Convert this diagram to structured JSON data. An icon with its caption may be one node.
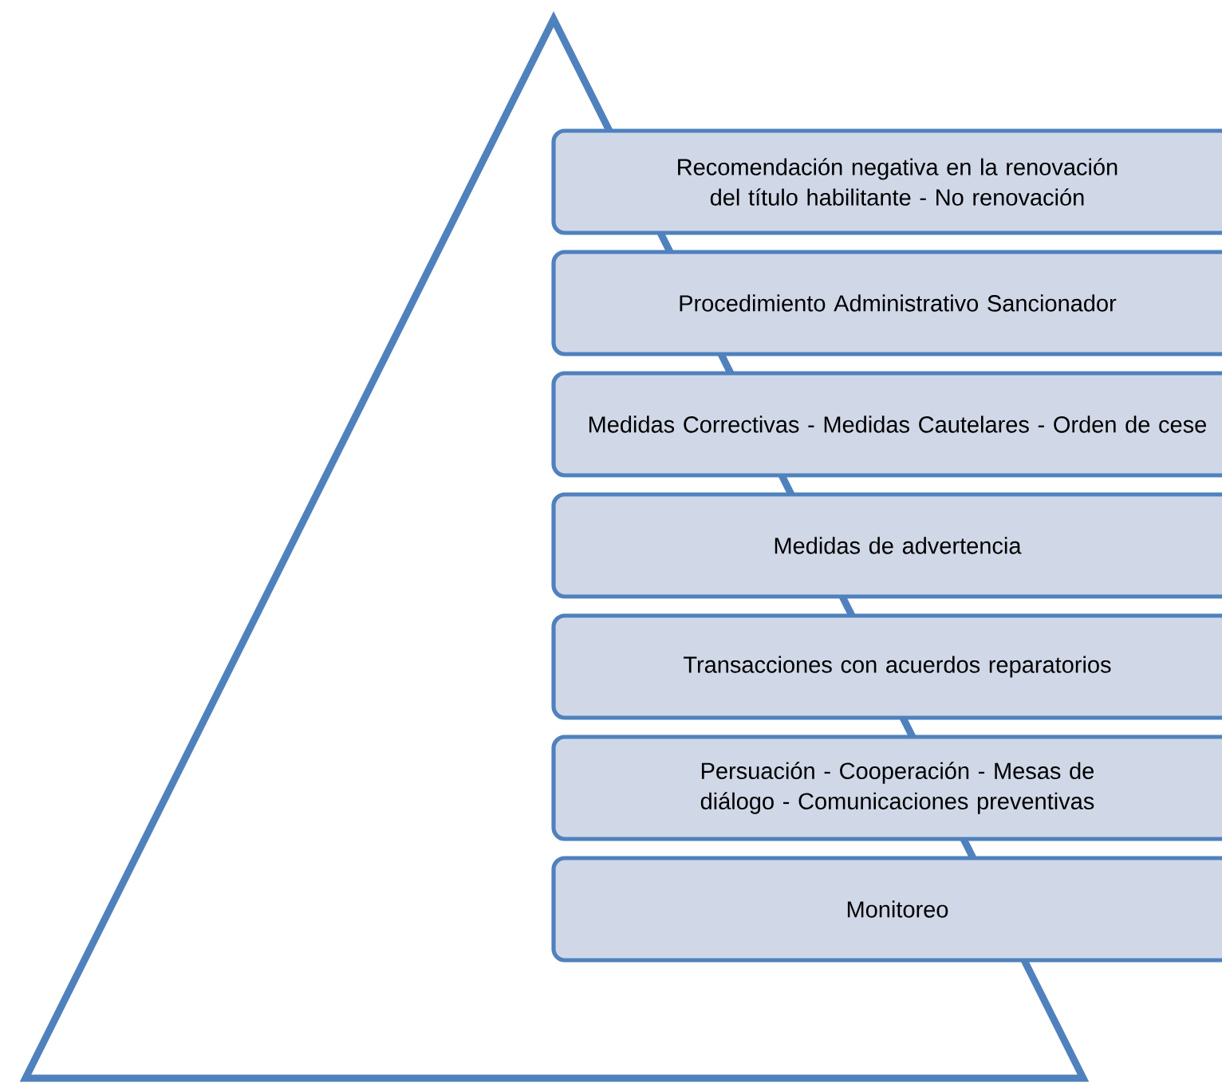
{
  "diagram": {
    "nodes": [
      {
        "text": [
          "Recomendación negativa en la renovación del título habilitante - No renovación"
        ]
      },
      {
        "text": [
          "Procedimiento Administrativo Sancionador"
        ]
      },
      {
        "text": [
          "Medidas Correctivas - Medidas Cautelares - Orden de cese"
        ]
      },
      {
        "text": [
          "Medidas de advertencia"
        ]
      },
      {
        "text": [
          "Transacciones con acuerdos reparatorios"
        ]
      },
      {
        "text": [
          "Persuación - Cooperación - Mesas de diálogo - Comunicaciones preventivas"
        ]
      },
      {
        "text": [
          "Monitoreo"
        ]
      }
    ]
  }
}
